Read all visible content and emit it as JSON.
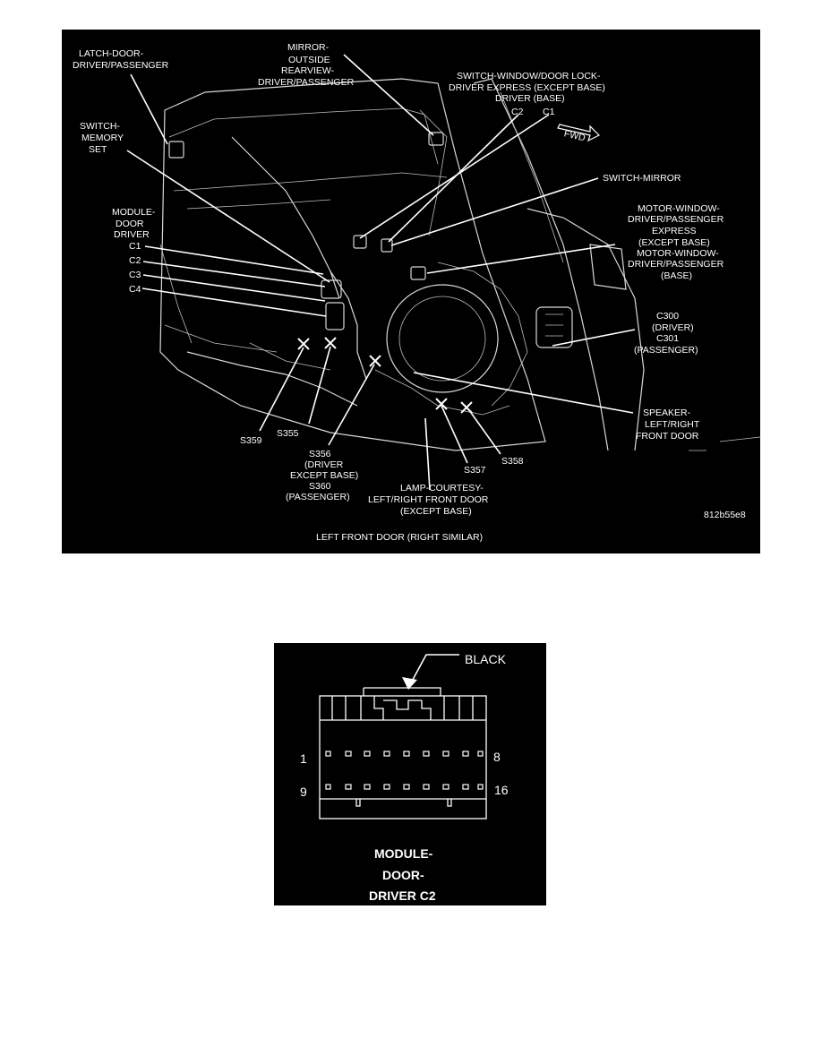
{
  "top_figure": {
    "caption": "LEFT FRONT DOOR (RIGHT SIMILAR)",
    "image_code": "812b55e8",
    "callouts": {
      "latch_door": [
        "LATCH-DOOR-",
        "DRIVER/PASSENGER"
      ],
      "mirror_outside": [
        "MIRROR-",
        "OUTSIDE",
        "REARVIEW-",
        "DRIVER/PASSENGER"
      ],
      "switch_window": [
        "SWITCH-WINDOW/DOOR LOCK-",
        "DRIVER EXPRESS (EXCEPT BASE)",
        "DRIVER (BASE)"
      ],
      "switch_window_c2": "C2",
      "switch_window_c1": "C1",
      "switch_memory": [
        "SWITCH-",
        "MEMORY",
        "SET"
      ],
      "switch_mirror": "SWITCH-MIRROR",
      "module_door_driver": [
        "MODULE-",
        "DOOR",
        "DRIVER"
      ],
      "module_c1": "C1",
      "module_c2": "C2",
      "module_c3": "C3",
      "module_c4": "C4",
      "motor_window": [
        "MOTOR-WINDOW-",
        "DRIVER/PASSENGER",
        "EXPRESS",
        "(EXCEPT BASE)",
        "MOTOR-WINDOW-",
        "DRIVER/PASSENGER",
        "(BASE)"
      ],
      "c300_c301": [
        "C300",
        "(DRIVER)",
        "C301",
        "(PASSENGER)"
      ],
      "speaker": [
        "SPEAKER-",
        "LEFT/RIGHT",
        "FRONT DOOR"
      ],
      "s359": "S359",
      "s355": "S355",
      "s356_s360": [
        "S356",
        "(DRIVER",
        "EXCEPT BASE)",
        "S360",
        "(PASSENGER)"
      ],
      "lamp_courtesy": [
        "LAMP-COURTESY-",
        "LEFT/RIGHT FRONT DOOR",
        "(EXCEPT BASE)"
      ],
      "s357": "S357",
      "s358": "S358",
      "fwd": "FWD"
    }
  },
  "bottom_figure": {
    "color_label": "BLACK",
    "pin_1": "1",
    "pin_8": "8",
    "pin_9": "9",
    "pin_16": "16",
    "title": [
      "MODULE-",
      "DOOR-",
      "DRIVER C2"
    ]
  }
}
